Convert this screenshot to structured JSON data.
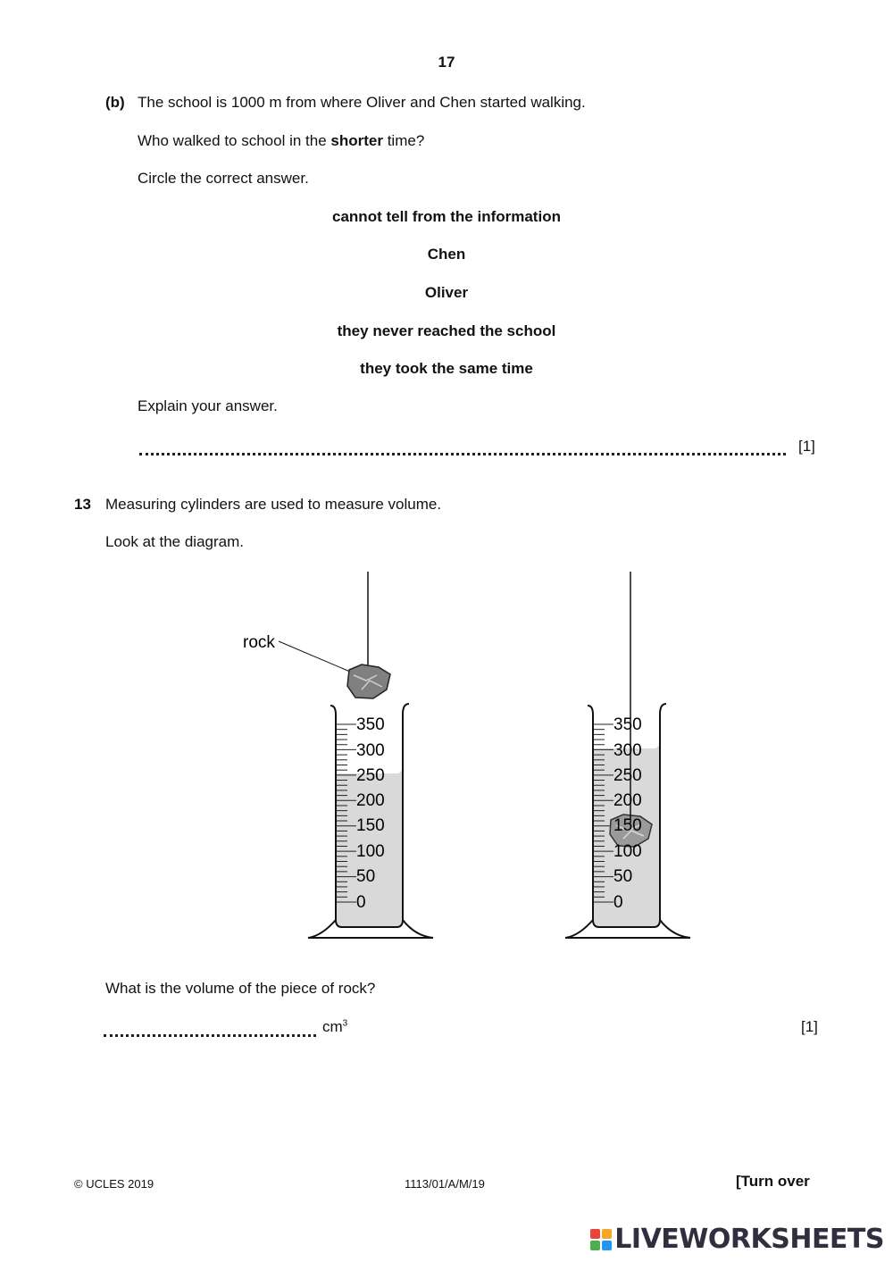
{
  "page_number": "17",
  "part_b": {
    "label": "(b)",
    "statement": "The school is 1000 m from where Oliver and Chen started walking.",
    "question_pre": "Who walked to school in the ",
    "question_bold": "shorter",
    "question_post": " time?",
    "instruction": "Circle the correct answer.",
    "options": [
      "cannot tell from the information",
      "Chen",
      "Oliver",
      "they never reached the school",
      "they took the same time"
    ],
    "explain": "Explain your answer.",
    "marks": "[1]"
  },
  "question13": {
    "number": "13",
    "statement": "Measuring cylinders are used to measure volume.",
    "look": "Look at the diagram.",
    "rock_label": "rock",
    "scale_labels": [
      "350",
      "300",
      "250",
      "200",
      "150",
      "100",
      "50",
      "0"
    ],
    "question": "What is the volume of the piece of rock?",
    "unit": "cm",
    "unit_power": "3",
    "marks": "[1]"
  },
  "footer": {
    "copyright": "© UCLES 2019",
    "code": "1113/01/A/M/19",
    "turn_over": "[Turn over"
  },
  "watermark": {
    "text": "LIVEWORKSHEETS",
    "colors": [
      "#e8463c",
      "#f5a623",
      "#4caf50",
      "#2196f3"
    ]
  }
}
